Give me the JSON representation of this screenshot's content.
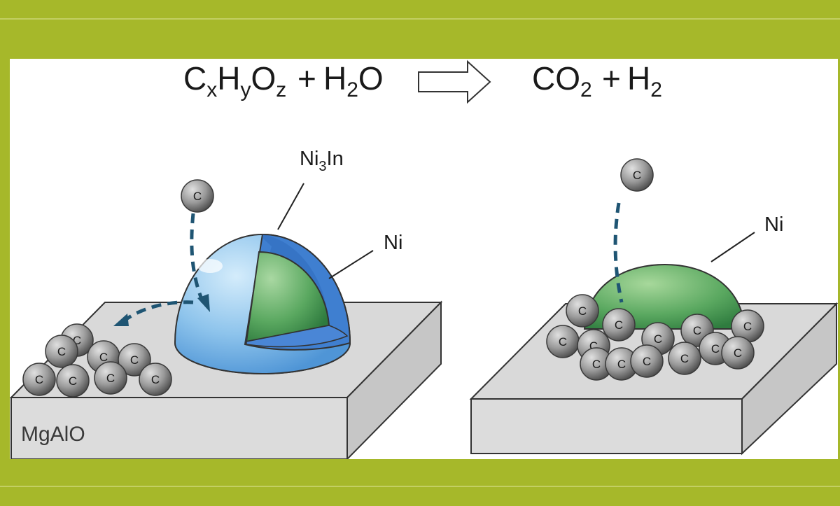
{
  "equation": {
    "reactant_1": {
      "base": "C",
      "sub_x": "x",
      "h": "H",
      "sub_y": "y",
      "o": "O",
      "sub_z": "z"
    },
    "plus_1": "+",
    "water": {
      "h": "H",
      "sub": "2",
      "o": "O"
    },
    "product_1": {
      "base": "CO",
      "sub": "2"
    },
    "plus_2": "+",
    "product_2": {
      "base": "H",
      "sub": "2"
    }
  },
  "labels": {
    "shell": {
      "base": "Ni",
      "sub": "3",
      "rest": "In"
    },
    "core_left": "Ni",
    "core_right": "Ni",
    "support": "MgAlO",
    "carbon": "C"
  },
  "colors": {
    "frame_green": "#a6b82a",
    "shell_blue": "#8ec4ec",
    "shell_blue_dark": "#3f7fd0",
    "core_green": "#5aa860",
    "carbon_grey": "#8a8a8a",
    "arrow_teal": "#1f5573",
    "support_grey": "#d9d9d9"
  },
  "icons": [
    "reaction-arrow-icon",
    "carbon-atom-icon",
    "diffusion-arrow-icon"
  ]
}
